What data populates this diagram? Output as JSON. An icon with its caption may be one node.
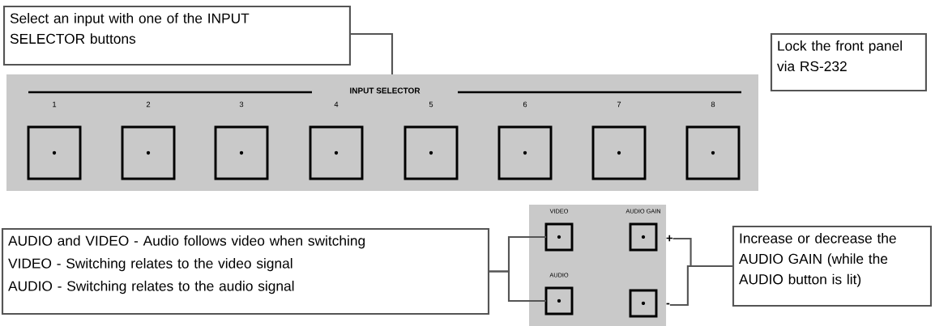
{
  "diagram": {
    "nodes": [
      {
        "text": [
          "Select an input with one of the INPUT SELECTOR buttons"
        ]
      },
      {
        "text": [
          "Lock the front panel via RS-232"
        ]
      },
      {
        "text": [
          "INPUT SELECTOR"
        ]
      },
      {
        "text": [
          "1"
        ],
        "in": 2
      },
      {
        "text": [
          "2"
        ],
        "in": 2
      },
      {
        "text": [
          "3"
        ],
        "in": 2
      },
      {
        "text": [
          "4"
        ],
        "in": 2
      },
      {
        "text": [
          "5"
        ],
        "in": 2
      },
      {
        "text": [
          "6"
        ],
        "in": 2
      },
      {
        "text": [
          "7"
        ],
        "in": 2
      },
      {
        "text": [
          "8"
        ],
        "in": 2
      },
      {
        "text": [
          "AUDIO and VIDEO - Audio follows video when switching",
          "VIDEO - Switching relates to the video signal",
          "AUDIO - Switching relates to the audio signal"
        ]
      },
      {
        "text": [],
        "shape": "box"
      },
      {
        "text": [
          "VIDEO"
        ],
        "in": 12
      },
      {
        "text": [
          "AUDIO GAIN"
        ],
        "in": 12,
        "beside": [
          "+"
        ]
      },
      {
        "text": [
          "AUDIO"
        ],
        "in": 12
      },
      {
        "text": [],
        "shape": "box",
        "in": 12,
        "beside": [
          "-"
        ]
      },
      {
        "text": [
          "Increase or decrease the AUDIO GAIN (while the AUDIO button is lit)"
        ]
      }
    ],
    "edges": [
      {
        "from": 0,
        "to": 2,
        "arrow": "none"
      },
      {
        "from": 11,
        "to": 13,
        "arrow": "none"
      },
      {
        "from": 11,
        "to": 15,
        "arrow": "none"
      },
      {
        "from": 14,
        "to": 17,
        "arrow": "none"
      },
      {
        "from": 16,
        "to": 17,
        "arrow": "none"
      }
    ]
  }
}
